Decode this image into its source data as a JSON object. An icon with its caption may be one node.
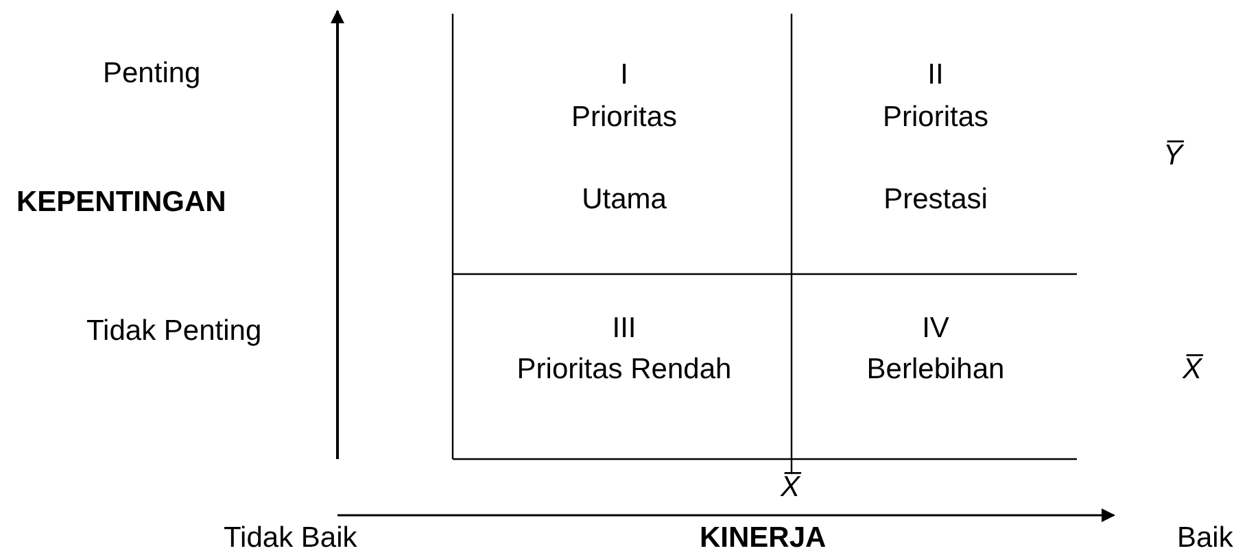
{
  "diagram": {
    "nodes": [
      {
        "text": [
          "I",
          "Prioritas Utama"
        ]
      },
      {
        "text": [
          "II",
          "Prioritas Prestasi"
        ]
      },
      {
        "text": [
          "III",
          "Prioritas Rendah"
        ]
      },
      {
        "text": [
          "IV",
          "Berlebihan"
        ]
      }
    ],
    "edges": [],
    "labels": [
      "Penting",
      "Y̅",
      "KEPENTINGAN",
      "Tidak Penting",
      "X̅",
      "X̅",
      "Tidak Baik",
      "KINERJA",
      "Baik"
    ]
  }
}
